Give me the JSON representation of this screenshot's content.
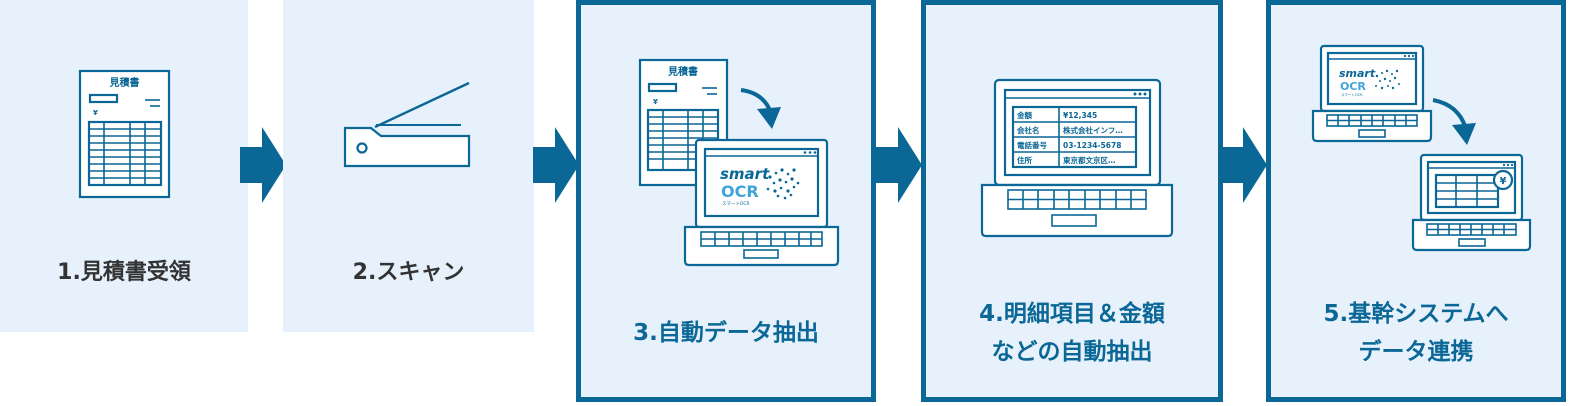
{
  "steps": [
    {
      "label": "1.見積書受領",
      "highlight": false,
      "icon": "quotation-document-icon"
    },
    {
      "label": "2.スキャン",
      "highlight": false,
      "icon": "scanner-icon"
    },
    {
      "label": "3.自動データ抽出",
      "highlight": true,
      "icon": "document-to-laptop-icon"
    },
    {
      "label_lines": [
        "4.明細項目＆金額",
        "などの自動抽出"
      ],
      "highlight": true,
      "icon": "laptop-with-table-icon"
    },
    {
      "label_lines": [
        "5.基幹システムへ",
        "データ連携"
      ],
      "highlight": true,
      "icon": "laptop-to-laptop-icon"
    }
  ],
  "document": {
    "title": "見積書",
    "currency": "¥"
  },
  "ocr_brand": {
    "word1": "smart",
    "word2": "OCR",
    "sub": "スマートOCR"
  },
  "extracted_table": [
    {
      "key": "金額",
      "value": "¥12,345"
    },
    {
      "key": "会社名",
      "value": "株式会社インフ…"
    },
    {
      "key": "電話番号",
      "value": "03-1234-5678"
    },
    {
      "key": "住所",
      "value": "東京都文京区…"
    }
  ],
  "colors": {
    "panel_bg": "#e6f1fb",
    "accent": "#0a6796",
    "label_text": "#333333"
  }
}
